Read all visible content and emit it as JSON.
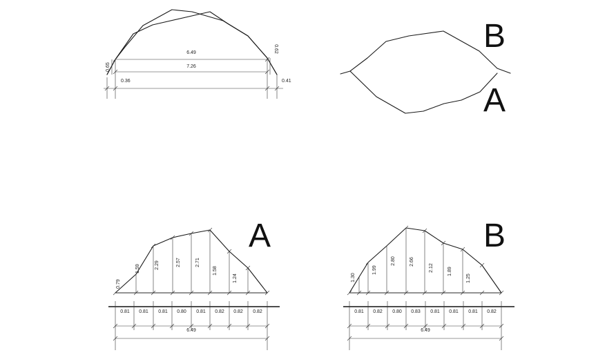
{
  "top_left": {
    "span_inner": "6.49",
    "span_outer": "7.26",
    "end_left_height": "0.65",
    "end_right_height": "0.62",
    "offset_left": "0.36",
    "offset_right": "0.41"
  },
  "top_right": {
    "label_top": "B",
    "label_bottom": "A"
  },
  "profile_a": {
    "label": "A",
    "heights": [
      "0.79",
      "1.59",
      "2.29",
      "2.57",
      "2.71",
      "1.58",
      "1.24"
    ],
    "spacings": [
      "0.81",
      "0.81",
      "0.81",
      "0.80",
      "0.81",
      "0.82",
      "0.82",
      "0.82"
    ],
    "total": "6.49"
  },
  "profile_b": {
    "label": "B",
    "heights": [
      "1.30",
      "1.99",
      "2.80",
      "2.66",
      "2.12",
      "1.89",
      "1.25"
    ],
    "spacings": [
      "0.81",
      "0.82",
      "0.80",
      "0.83",
      "0.81",
      "0.81",
      "0.81",
      "0.82"
    ],
    "total": "6.49"
  }
}
